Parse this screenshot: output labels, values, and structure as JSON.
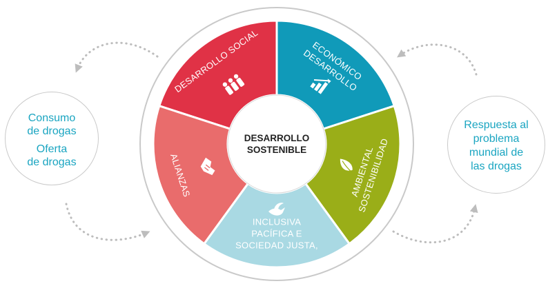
{
  "center": {
    "line1": "DESARROLLO",
    "line2": "SOSTENIBLE"
  },
  "segments": [
    {
      "key": "social",
      "lines": [
        "DESARROLLO SOCIAL"
      ],
      "color": "#e03246",
      "icon": "people-icon"
    },
    {
      "key": "economico",
      "lines": [
        "DESARROLLO",
        "ECONÓMICO"
      ],
      "color": "#109ab9",
      "icon": "bar-chart-icon"
    },
    {
      "key": "ambiental",
      "lines": [
        "SOSTENIBILIDAD",
        "AMBIENTAL"
      ],
      "color": "#9aae18",
      "icon": "leaf-icon"
    },
    {
      "key": "sociedad",
      "lines": [
        "SOCIEDAD JUSTA,",
        "PACÍFICA E",
        "INCLUSIVA"
      ],
      "color": "#a9d9e3",
      "icon": "dove-icon"
    },
    {
      "key": "alianzas",
      "lines": [
        "ALIANZAS"
      ],
      "color": "#e96c6c",
      "icon": "handshake-icon"
    }
  ],
  "left": {
    "consumo": [
      "Consumo",
      "de drogas"
    ],
    "oferta": [
      "Oferta",
      "de drogas"
    ]
  },
  "right": {
    "respuesta": [
      "Respuesta al",
      "problema",
      "mundial de",
      "las drogas"
    ]
  },
  "colors": {
    "side_text": "#1aa5c1",
    "outline": "#c9c9c9",
    "arrows": "#bdbdbd"
  }
}
